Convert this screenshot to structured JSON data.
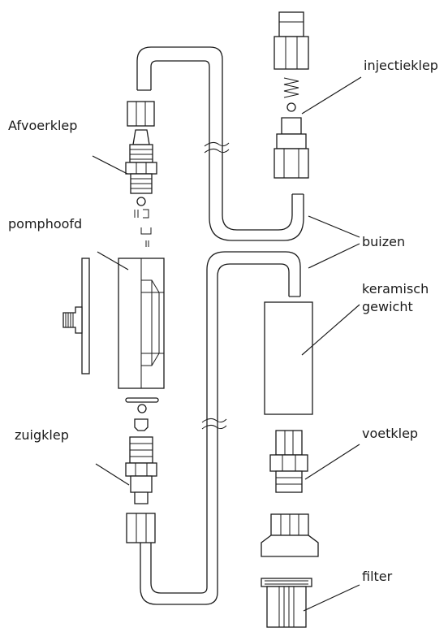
{
  "labels": {
    "injectieklep": "injectieklep",
    "afvoerklep": "Afvoerklep",
    "pomphoofd": "pomphoofd",
    "buizen": "buizen",
    "keramisch_line1": "keramisch",
    "keramisch_line2": "gewicht",
    "zuigklep": "zuigklep",
    "voetklep": "voetklep",
    "filter": "filter"
  },
  "colors": {
    "ink": "#1a1a1a",
    "background": "#ffffff"
  }
}
